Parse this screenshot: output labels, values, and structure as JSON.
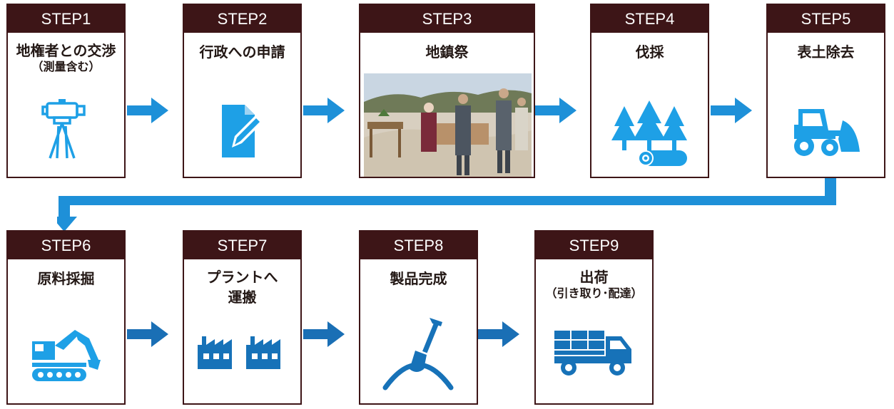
{
  "steps": [
    {
      "label": "STEP1",
      "title": "地権者との交渉",
      "subtitle": "（測量含む）",
      "icon": "surveying-tripod-icon"
    },
    {
      "label": "STEP2",
      "title": "行政への申請",
      "subtitle": "",
      "icon": "document-edit-icon"
    },
    {
      "label": "STEP3",
      "title": "地鎮祭",
      "subtitle": "",
      "icon": "ceremony-photo"
    },
    {
      "label": "STEP4",
      "title": "伐採",
      "subtitle": "",
      "icon": "trees-log-icon"
    },
    {
      "label": "STEP5",
      "title": "表土除去",
      "subtitle": "",
      "icon": "bulldozer-icon"
    },
    {
      "label": "STEP6",
      "title": "原料採掘",
      "subtitle": "",
      "icon": "excavator-icon"
    },
    {
      "label": "STEP7",
      "title": "プラントへ",
      "subtitle": "運搬",
      "icon": "factory-icon"
    },
    {
      "label": "STEP8",
      "title": "製品完成",
      "subtitle": "",
      "icon": "shovel-mound-icon"
    },
    {
      "label": "STEP9",
      "title": "出荷",
      "subtitle": "（引き取り･配達）",
      "icon": "delivery-truck-icon"
    }
  ],
  "colors": {
    "header": "#3d1517",
    "arrow_light": "#1e90d8",
    "arrow_dark": "#1a6fb5",
    "icon_light": "#1ea0e6",
    "icon_dark": "#1772b8"
  }
}
